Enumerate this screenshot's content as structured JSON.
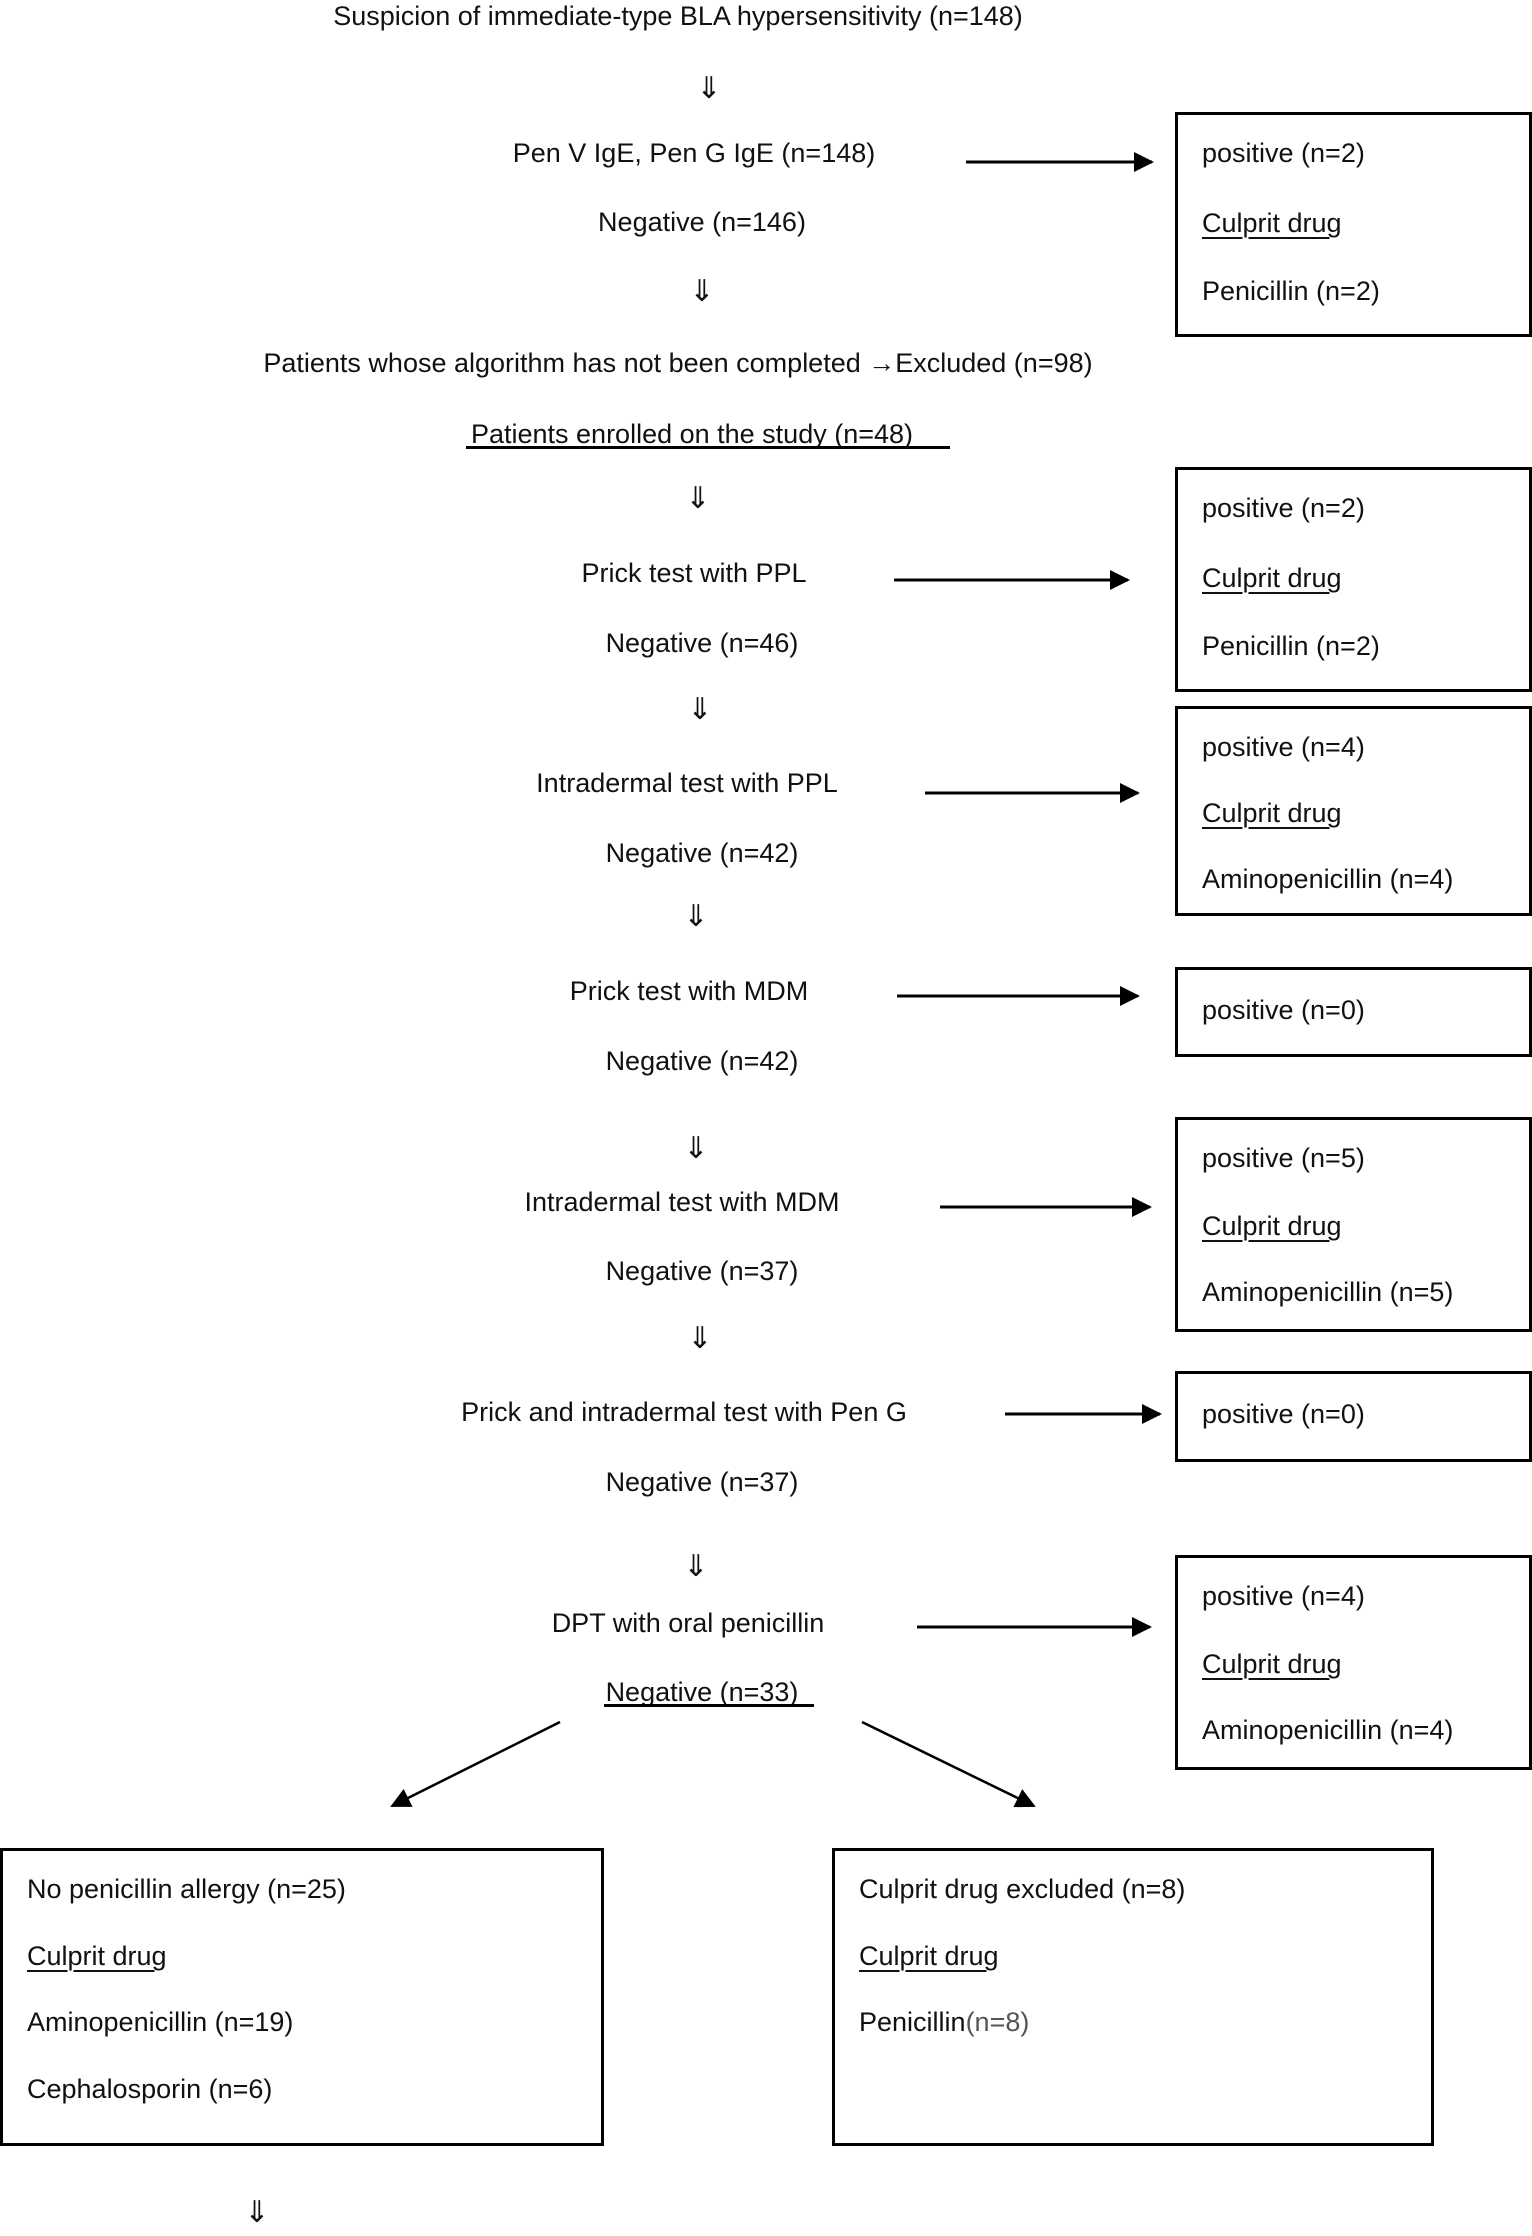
{
  "down_arrow": "⇓",
  "main": {
    "start": "Suspicion of immediate-type BLA hypersensitivity (n=148)",
    "step1_test": "Pen V IgE, Pen G IgE (n=148)",
    "step1_neg": "Negative (n=146)",
    "excluded": "Patients whose algorithm has not been completed →Excluded (n=98)",
    "enrolled": "Patients enrolled on the study (n=48)",
    "step2_test": "Prick test with PPL",
    "step2_neg": "Negative (n=46)",
    "step3_test": "Intradermal test with PPL",
    "step3_neg": "Negative (n=42)",
    "step4_test": "Prick test with MDM",
    "step4_neg": "Negative (n=42)",
    "step5_test": "Intradermal test with MDM",
    "step5_neg": "Negative (n=37)",
    "step6_test": "Prick and intradermal test with Pen G",
    "step6_neg": "Negative (n=37)",
    "step7_test": "DPT with oral penicillin",
    "step7_neg": "Negative (n=33)"
  },
  "side_boxes": {
    "b1": {
      "positive": "positive (n=2)",
      "culprit": "Culprit drug",
      "drug": "Penicillin (n=2)"
    },
    "b2": {
      "positive": "positive (n=2)",
      "culprit": "Culprit drug",
      "drug": "Penicillin (n=2)"
    },
    "b3": {
      "positive": "positive (n=4)",
      "culprit": "Culprit drug",
      "drug": "Aminopenicillin (n=4)"
    },
    "b4": {
      "positive": "positive (n=0)"
    },
    "b5": {
      "positive": "positive (n=5)",
      "culprit": "Culprit drug",
      "drug": "Aminopenicillin (n=5)"
    },
    "b6": {
      "positive": "positive (n=0)"
    },
    "b7": {
      "positive": "positive (n=4)",
      "culprit": "Culprit drug",
      "drug": "Aminopenicillin (n=4)"
    }
  },
  "outcomes": {
    "left": {
      "title": "No penicillin allergy (n=25)",
      "culprit": "Culprit drug",
      "drug1": "Aminopenicillin (n=19)",
      "drug2": "Cephalosporin (n=6)"
    },
    "right": {
      "title": "Culprit drug excluded (n=8)",
      "culprit": "Culprit drug",
      "drug_name": "Penicillin",
      "drug_count": "(n=8)"
    }
  }
}
